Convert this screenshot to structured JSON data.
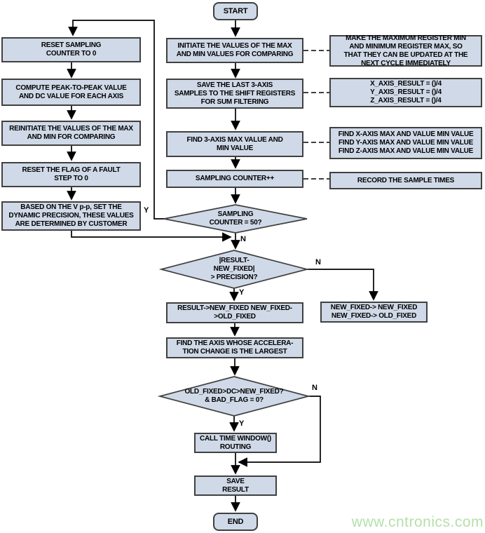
{
  "colors": {
    "node_fill": "#cfd9e7",
    "node_border": "#404040",
    "line": "#000000",
    "watermark": "#b6dfab"
  },
  "branch_labels": {
    "yes": "Y",
    "no": "N"
  },
  "watermark": "www.cntronics.com",
  "nodes": {
    "start": "START",
    "end": "END",
    "left": {
      "reset_counter": "RESET SAMPLING\nCOUNTER TO 0",
      "compute_pp": "COMPUTE PEAK-TO-PEAK VALUE\nAND DC VALUE FOR EACH AXIS",
      "reinitiate": "REINITIATE THE VALUES OF THE MAX\nAND MIN FOR COMPARING",
      "reset_flag": "RESET THE FLAG OF A FAULT\nSTEP TO 0",
      "set_precision": "BASED ON THE V p-p, SET THE\nDYNAMIC PRECISION, THESE VALUES\nARE DETERMINED BY CUSTOMER"
    },
    "center": {
      "initiate": "INITIATE THE VALUES OF THE MAX\nAND MIN VALUES FOR COMPARING",
      "save_samples": "SAVE THE LAST 3-AXIS\nSAMPLES TO THE SHIFT REGISTERS\nFOR SUM FILTERING",
      "find_max_min": "FIND 3-AXIS MAX VALUE AND\nMIN VALUE",
      "counter_inc": "SAMPLING COUNTER++",
      "decision_counter": "SAMPLING\nCOUNTER = 50?",
      "decision_precision": "|RESULT-\nNEW_FIXED|\n> PRECISION?",
      "update_fixed": "RESULT->NEW_FIXED NEW_FIXED-\n>OLD_FIXED",
      "find_axis": "FIND THE AXIS WHOSE ACCELERA-\nTION CHANGE IS THE LARGEST",
      "decision_window": "OLD_FIXED>DC>NEW_FIXED?\n& BAD_FLAG = 0?",
      "call_window": "CALL TIME WINDOW()\nROUTING",
      "save_result": "SAVE\nRESULT"
    },
    "notes": {
      "note_registers": "MAKE THE MAXIMUM REGISTER MIN\nAND MINIMUM REGISTER MAX, SO\nTHAT THEY CAN BE UPDATED AT THE\nNEXT CYCLE IMMEDIATELY",
      "note_axis_result": "X_AXIS_RESULT = ()/4\nY_AXIS_RESULT = ()/4\nZ_AXIS_RESULT = ()/4",
      "note_find": "FIND X-AXIS MAX AND VALUE MIN VALUE\nFIND Y-AXIS MAX AND VALUE MIN VALUE\nFIND Z-AXIS MAX AND VALUE MIN VALUE",
      "note_record": "RECORD THE SAMPLE TIMES",
      "note_new_fixed": "NEW_FIXED-> NEW_FIXED\nNEW_FIXED-> OLD_FIXED"
    }
  }
}
